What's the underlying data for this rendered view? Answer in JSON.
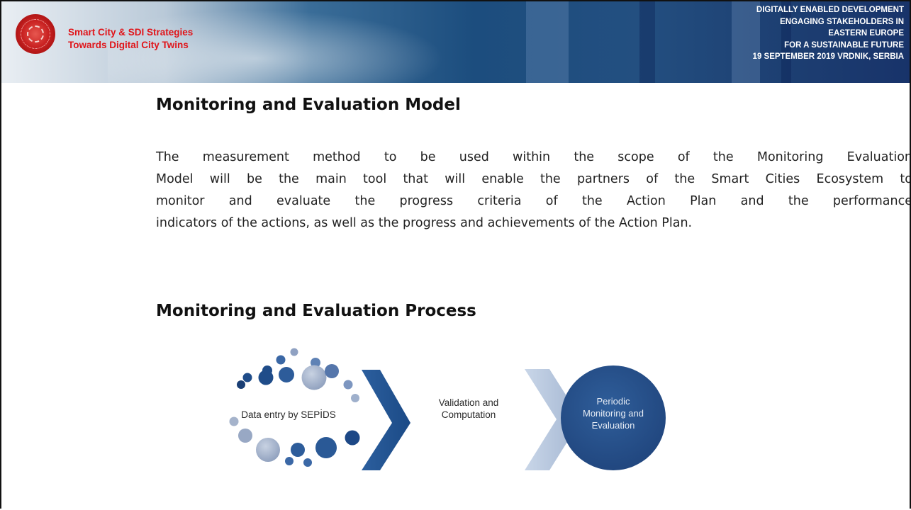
{
  "header": {
    "brand_line1": "Smart City & SDI Strategies",
    "brand_line2": "Towards Digital City Twins",
    "conference_lines": [
      "DIGITALLY ENABLED DEVELOPMENT",
      "ENGAGING STAKEHOLDERS IN",
      "EASTERN EUROPE",
      "FOR A SUSTAINABLE FUTURE",
      "19 SEPTEMBER 2019  VRDNIK, SERBIA"
    ]
  },
  "model": {
    "title": "Monitoring and Evaluation Model",
    "lines": [
      "The measurement method to be used within the scope of the Monitoring Evaluation",
      "Model will be the main tool that will enable the partners of the Smart Cities Ecosystem to",
      "monitor and evaluate the progress criteria of the Action Plan and the performance",
      "indicators of the actions, as well as the progress and achievements of the Action Plan."
    ]
  },
  "process": {
    "title": "Monitoring and Evaluation Process",
    "steps": [
      "Data entry by SEPİDS",
      "Validation and Computation",
      "Periodic Monitoring and Evaluation"
    ],
    "step2_lines": [
      "Validation and",
      "Computation"
    ],
    "step3_lines": [
      "Periodic",
      "Monitoring and",
      "Evaluation"
    ]
  },
  "colors": {
    "brand_red": "#e0151a",
    "dark_blue": "#1f4e8c",
    "circle_blue": "#2a5792",
    "light_chevron": "#b9c8de"
  }
}
